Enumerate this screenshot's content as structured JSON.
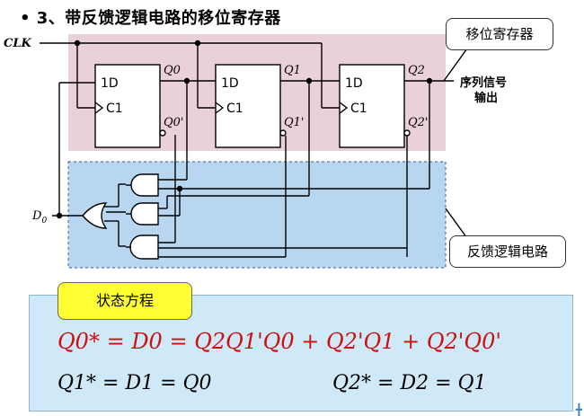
{
  "title": "• 3、带反馈逻辑电路的移位寄存器",
  "callouts": {
    "shift_register": "移位寄存器",
    "feedback_logic": "反馈逻辑电路"
  },
  "circuit": {
    "clk": "CLK",
    "d0": "D",
    "d0_sub": "0",
    "ff_d": "1D",
    "ff_c": "C1",
    "q_outputs": [
      "Q0",
      "Q1",
      "Q2"
    ],
    "qn_outputs": [
      "Q0'",
      "Q1'",
      "Q2'"
    ],
    "serial_output_line1": "序列信号",
    "serial_output_line2": "输出"
  },
  "state_equation_label": "状态方程",
  "equations": {
    "q0": "Q0* = D0 = Q2Q1'Q0 + Q2'Q1 + Q2'Q0'",
    "q1": "Q1* = D1 = Q0",
    "q2": "Q2* = D2 = Q1"
  },
  "colors": {
    "register_region": "#ead0da",
    "feedback_region": "#b8d6f0",
    "equation_red": "#cc1010",
    "equation_box": "#cfe9f8",
    "label_yellow": "#ffff33"
  }
}
